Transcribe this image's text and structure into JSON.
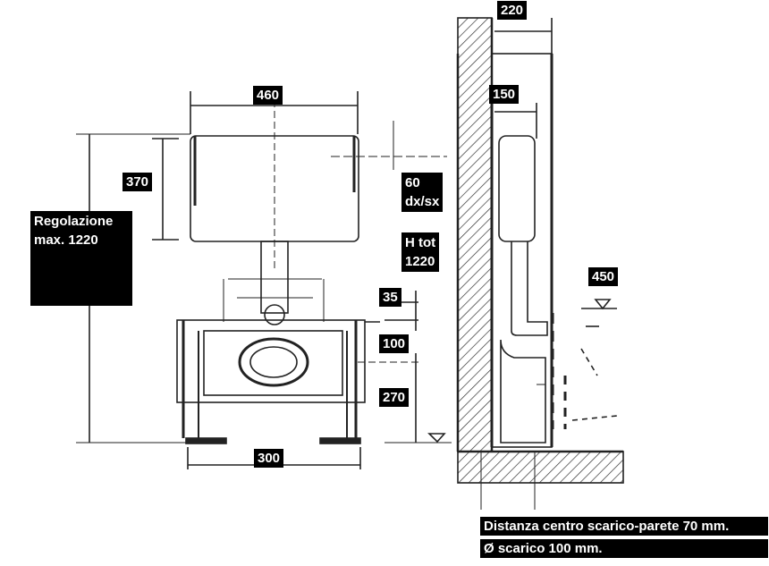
{
  "dimensions": {
    "wall_depth": "220",
    "frame_width": "460",
    "cistern_depth": "150",
    "cistern_height": "370",
    "height_adjustment": "Regolazione\nmax. 1220",
    "offset": "60\ndx/sx",
    "total_height": "H tot\n1220",
    "fixing_spacing": "35",
    "anchor_height": "100",
    "floor_height": "270",
    "pan_height": "450",
    "base_width": "300"
  },
  "note": {
    "line1": "Distanza centro scarico-parete 70 mm.",
    "line2": "Ø scarico 100 mm."
  },
  "colors": {
    "ink": "#000000",
    "paper": "#ffffff",
    "line": "#222222"
  }
}
